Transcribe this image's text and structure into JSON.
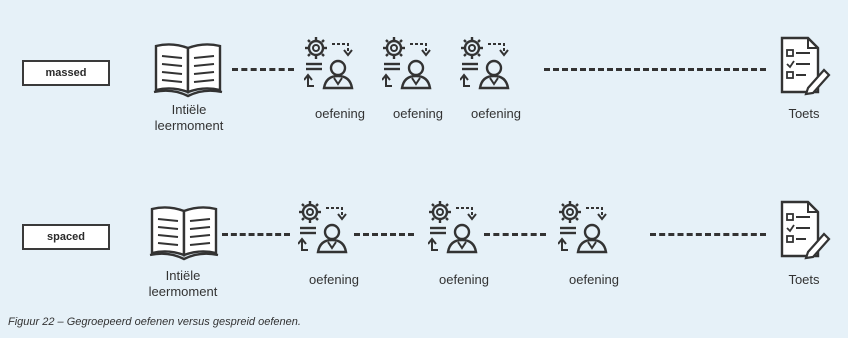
{
  "lanes": {
    "massed": {
      "label": "massed",
      "initial_label_line1": "Intiële",
      "initial_label_line2": "leermoment",
      "practice_labels": [
        "oefening",
        "oefening",
        "oefening"
      ],
      "test_label": "Toets"
    },
    "spaced": {
      "label": "spaced",
      "initial_label_line1": "Intiële",
      "initial_label_line2": "leermoment",
      "practice_labels": [
        "oefening",
        "oefening",
        "oefening"
      ],
      "test_label": "Toets"
    }
  },
  "caption": "Figuur 22 – Gegroepeerd oefenen versus gespreid oefenen.",
  "icons": {
    "book": "book-icon",
    "practice": "person-with-gear-icon",
    "test": "checklist-document-icon"
  },
  "colors": {
    "background": "#e6f1f8",
    "ink": "#333333"
  }
}
